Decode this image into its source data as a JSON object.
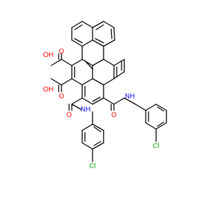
{
  "atom_labels": {
    "oh_top": "OH",
    "o_top": "O",
    "oh_mid": "OH",
    "o_mid": "O",
    "o_amide_left": "O",
    "o_amide_right": "O",
    "nh_left": "NH",
    "nh_right": "NH",
    "cl_left": "Cl",
    "cl_right": "Cl"
  },
  "colors": {
    "bond": "#000000",
    "oxygen": "#ff0000",
    "nitrogen": "#0000ff",
    "chlorine": "#00a400"
  }
}
